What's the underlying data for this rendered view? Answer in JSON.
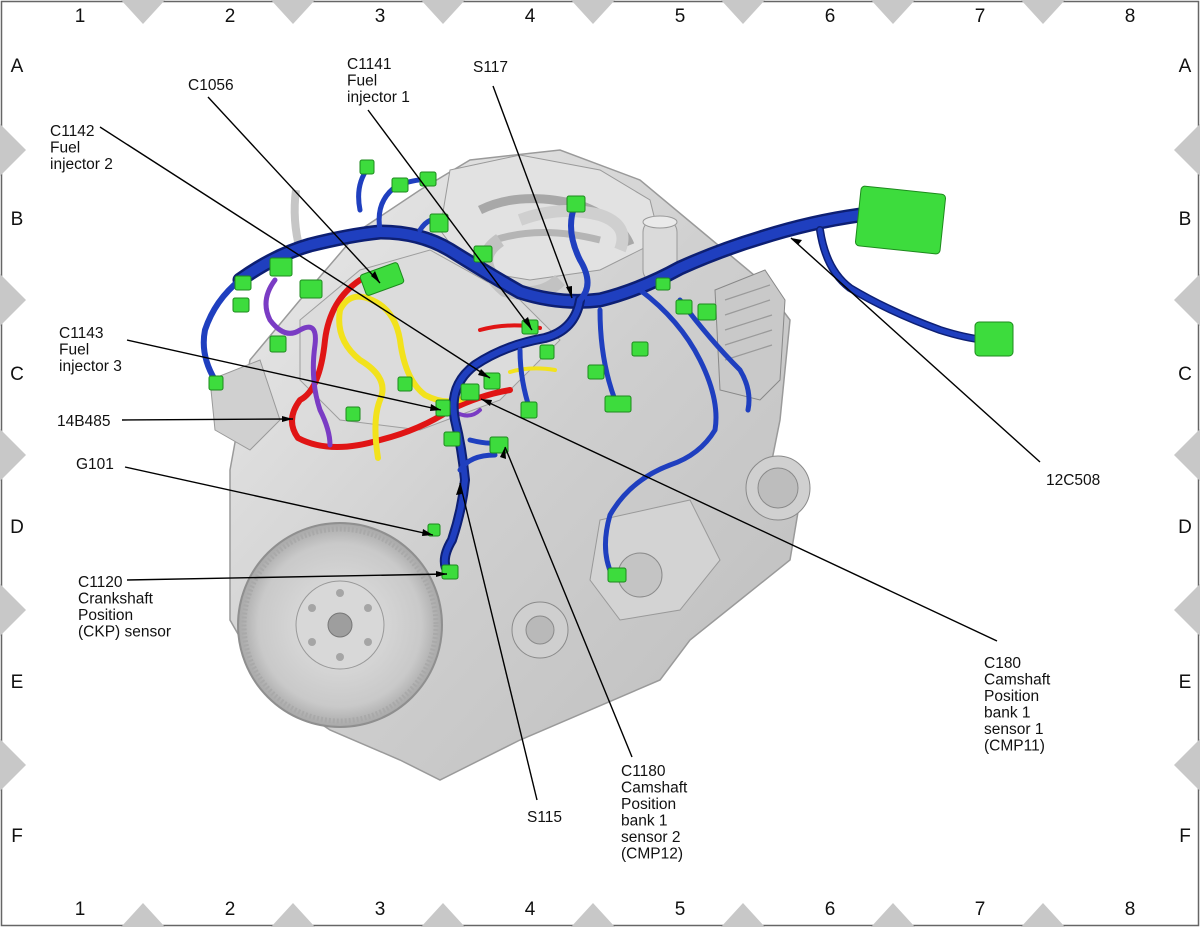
{
  "grid": {
    "columns": [
      "1",
      "2",
      "3",
      "4",
      "5",
      "6",
      "7",
      "8"
    ],
    "rows": [
      "A",
      "B",
      "C",
      "D",
      "E",
      "F"
    ]
  },
  "callouts": [
    {
      "id": "c1056",
      "lines": [
        "C1056"
      ]
    },
    {
      "id": "c1141",
      "lines": [
        "C1141",
        "Fuel",
        "injector 1"
      ]
    },
    {
      "id": "s117",
      "lines": [
        "S117"
      ]
    },
    {
      "id": "c1142",
      "lines": [
        "C1142",
        "Fuel",
        "injector 2"
      ]
    },
    {
      "id": "c1143",
      "lines": [
        "C1143",
        "Fuel",
        "injector 3"
      ]
    },
    {
      "id": "14b485",
      "lines": [
        "14B485"
      ]
    },
    {
      "id": "g101",
      "lines": [
        "G101"
      ]
    },
    {
      "id": "c1120",
      "lines": [
        "C1120",
        "Crankshaft",
        "Position",
        "(CKP) sensor"
      ]
    },
    {
      "id": "s115",
      "lines": [
        "S115"
      ]
    },
    {
      "id": "c1180",
      "lines": [
        "C1180",
        "Camshaft",
        "Position",
        "bank 1",
        "sensor 2",
        "(CMP12)"
      ]
    },
    {
      "id": "c180",
      "lines": [
        "C180",
        "Camshaft",
        "Position",
        "bank 1",
        "sensor 1",
        "(CMP11)"
      ]
    },
    {
      "id": "12c508",
      "lines": [
        "12C508"
      ]
    }
  ],
  "colors": {
    "harness_main": "#1f3fbf",
    "harness_dark": "#0d1f73",
    "connector": "#3ddc3d",
    "wire_red": "#e01515",
    "wire_yellow": "#f2e21c",
    "wire_purple": "#7a3cc4",
    "engine_body": "#d6d6d6",
    "frame_tab": "#c8c8c8"
  }
}
